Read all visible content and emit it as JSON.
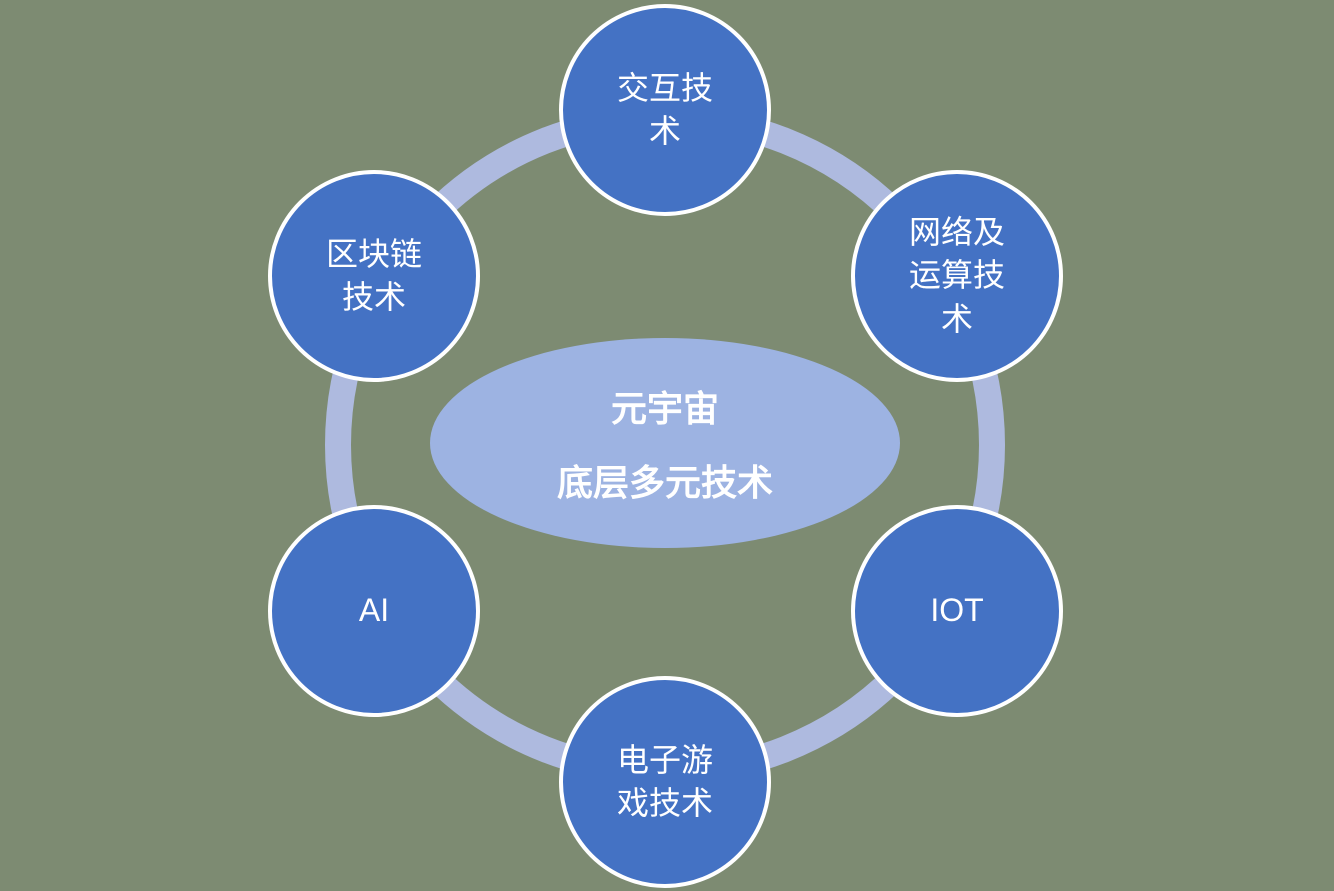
{
  "diagram": {
    "center": {
      "line1": "元宇宙",
      "line2": "底层多元技术"
    },
    "nodes": [
      {
        "id": "interaction-tech",
        "label": "交互技术"
      },
      {
        "id": "network-computing-tech",
        "label": "网络及运算技术"
      },
      {
        "id": "iot",
        "label": "IOT"
      },
      {
        "id": "video-game-tech",
        "label": "电子游戏技术"
      },
      {
        "id": "ai",
        "label": "AI"
      },
      {
        "id": "blockchain-tech",
        "label": "区块链技术"
      }
    ],
    "colors": {
      "background": "#7D8B72",
      "ring": "#AEBADF",
      "node_fill": "#4472C4",
      "node_border": "#FFFFFF",
      "center_fill": "#9DB3E2",
      "text": "#FFFFFF"
    }
  }
}
